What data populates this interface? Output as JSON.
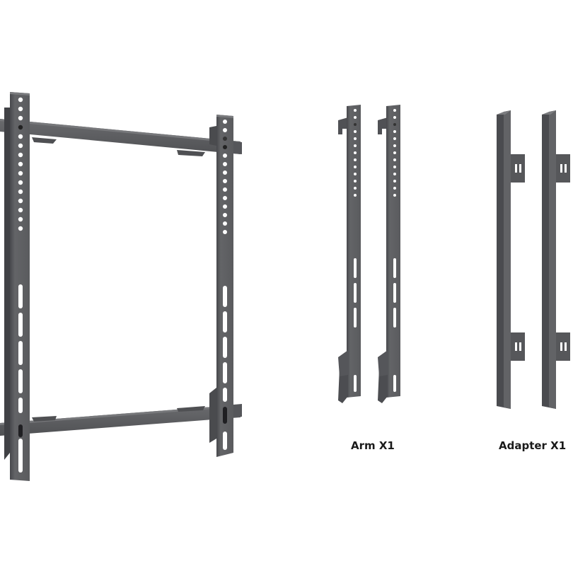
{
  "image": {
    "subject": "TV video wall mount kit",
    "background_color": "#ffffff",
    "metal_color": "#5a5b5d",
    "metal_dark": "#45464a",
    "metal_light": "#6c6d70"
  },
  "parts": [
    {
      "id": "frame",
      "name": "Wall frame with two vertical bars and two horizontal rails"
    },
    {
      "id": "arms",
      "name": "Arm",
      "quantity_label": "Arm X1"
    },
    {
      "id": "adapters",
      "name": "Adapter",
      "quantity_label": "Adapter X1"
    }
  ],
  "labels": {
    "arm": "Arm X1",
    "adapter": "Adapter X1"
  }
}
